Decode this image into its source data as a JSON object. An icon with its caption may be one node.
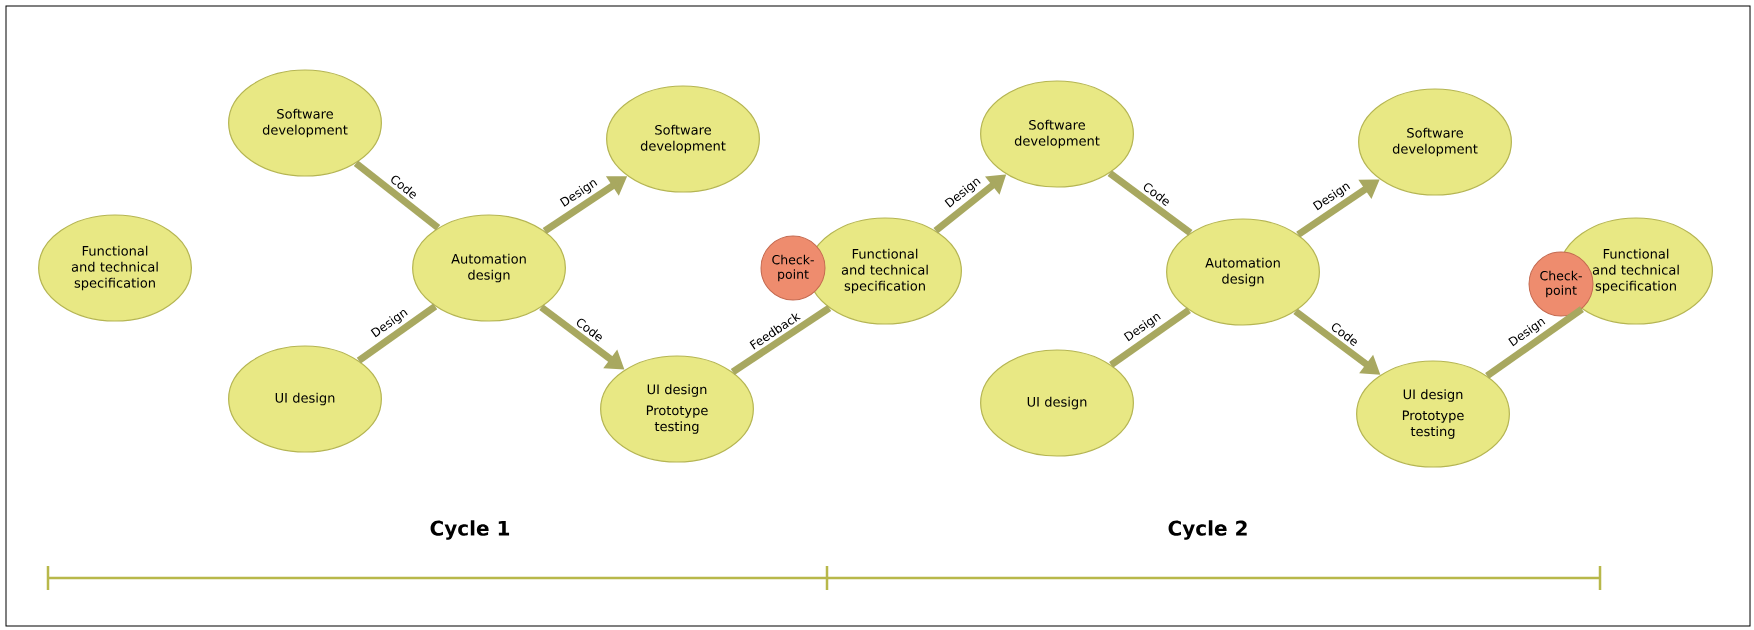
{
  "diagram": {
    "nodes": [
      {
        "text": [
          "Functional and technical specification"
        ]
      },
      {
        "text": [
          "Software development"
        ]
      },
      {
        "text": [
          "Automation design"
        ]
      },
      {
        "text": [
          "Software development"
        ]
      },
      {
        "text": [
          "UI design"
        ]
      },
      {
        "text": [
          "UI design",
          "Prototype testing"
        ]
      },
      {
        "text": [
          "Check-point"
        ]
      },
      {
        "text": [
          "Functional and technical specification"
        ]
      },
      {
        "text": [
          "Software development"
        ]
      },
      {
        "text": [
          "Automation design"
        ]
      },
      {
        "text": [
          "Software development"
        ]
      },
      {
        "text": [
          "UI design"
        ]
      },
      {
        "text": [
          "UI design",
          "Prototype testing"
        ]
      },
      {
        "text": [
          "Check-point"
        ]
      },
      {
        "text": [
          "Functional and technical specification"
        ]
      }
    ],
    "edges": [
      {
        "from": 1,
        "to": 2,
        "arrow": "none",
        "label": "Code"
      },
      {
        "from": 2,
        "to": 3,
        "arrow": "to",
        "label": "Design"
      },
      {
        "from": 4,
        "to": 2,
        "arrow": "none",
        "label": "Design"
      },
      {
        "from": 2,
        "to": 5,
        "arrow": "to",
        "label": "Code"
      },
      {
        "from": 5,
        "to": 7,
        "arrow": "none",
        "label": "Feedback"
      },
      {
        "from": 7,
        "to": 8,
        "arrow": "to",
        "label": "Design"
      },
      {
        "from": 8,
        "to": 9,
        "arrow": "none",
        "label": "Code"
      },
      {
        "from": 9,
        "to": 10,
        "arrow": "to",
        "label": "Design"
      },
      {
        "from": 11,
        "to": 9,
        "arrow": "none",
        "label": "Design"
      },
      {
        "from": 9,
        "to": 12,
        "arrow": "to",
        "label": "Code"
      },
      {
        "from": 12,
        "to": 14,
        "arrow": "none",
        "label": "Design"
      }
    ],
    "labels": [
      "Cycle 1",
      "Cycle 2"
    ]
  }
}
